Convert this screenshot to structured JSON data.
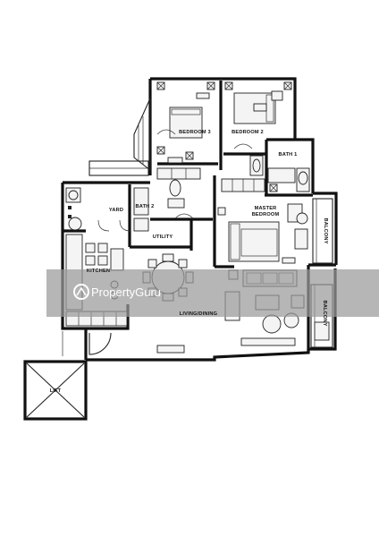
{
  "rooms": {
    "bedroom3": "BEDROOM 3",
    "bedroom2": "BEDROOM 2",
    "bath1": "BATH 1",
    "master_bedroom_line1": "MASTER",
    "master_bedroom_line2": "BEDROOM",
    "yard": "YARD",
    "bath2": "BATH 2",
    "utility": "UTILITY",
    "kitchen": "KITCHEN",
    "living_dining": "LIVING/DINING",
    "balcony_upper": "BALCONY",
    "balcony_lower": "BALCONY",
    "lift": "LIFT"
  },
  "watermark": {
    "brand": "PropertyGuru",
    "icon": "propertyguru-logo-icon",
    "band_color": "#9a9a9a"
  }
}
